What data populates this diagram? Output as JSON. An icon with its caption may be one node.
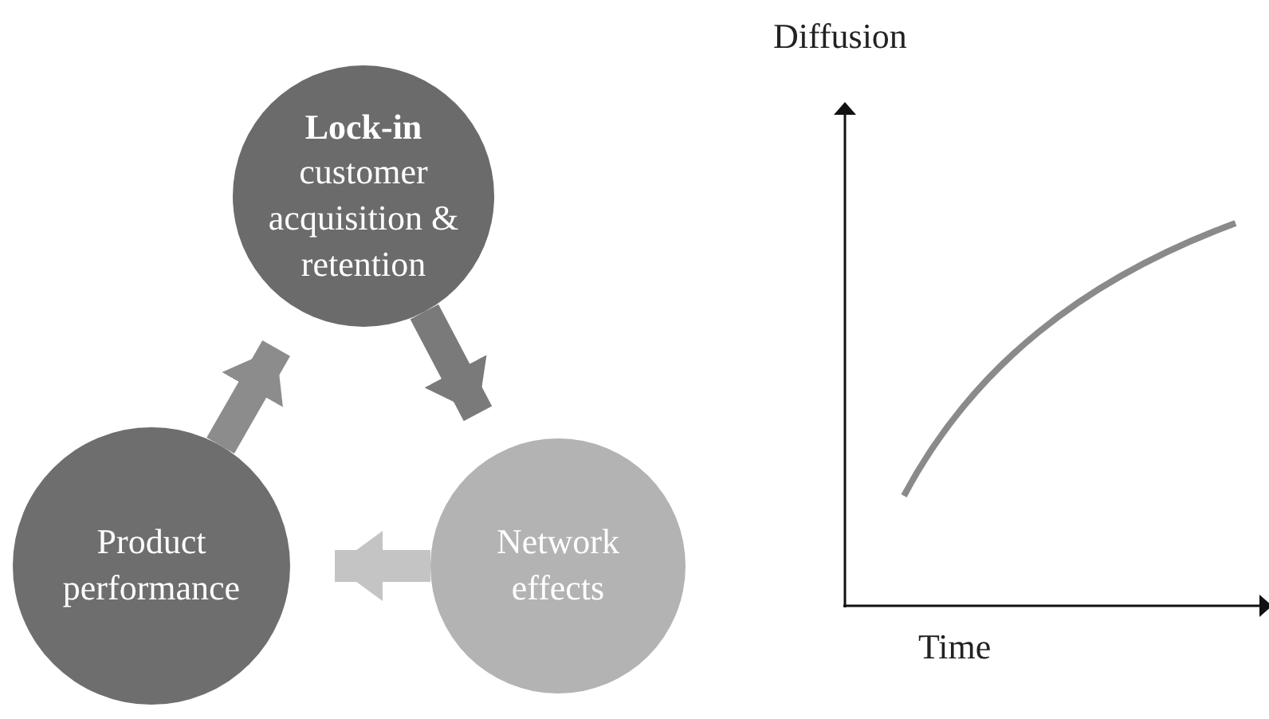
{
  "diagram": {
    "nodes": [
      {
        "text": [
          "Lock-in",
          "customer acquisition & retention"
        ]
      },
      {
        "text": [
          "Network effects"
        ]
      },
      {
        "text": [
          "Product performance"
        ]
      }
    ],
    "edges": [
      {
        "from": 0,
        "to": 1,
        "arrow": "to",
        "color": "#7a7a7a"
      },
      {
        "from": 1,
        "to": 2,
        "arrow": "to",
        "color": "#c4c4c4"
      },
      {
        "from": 2,
        "to": 0,
        "arrow": "to",
        "color": "#8c8c8c"
      }
    ],
    "labels": [
      "Diffusion",
      "Time"
    ]
  }
}
